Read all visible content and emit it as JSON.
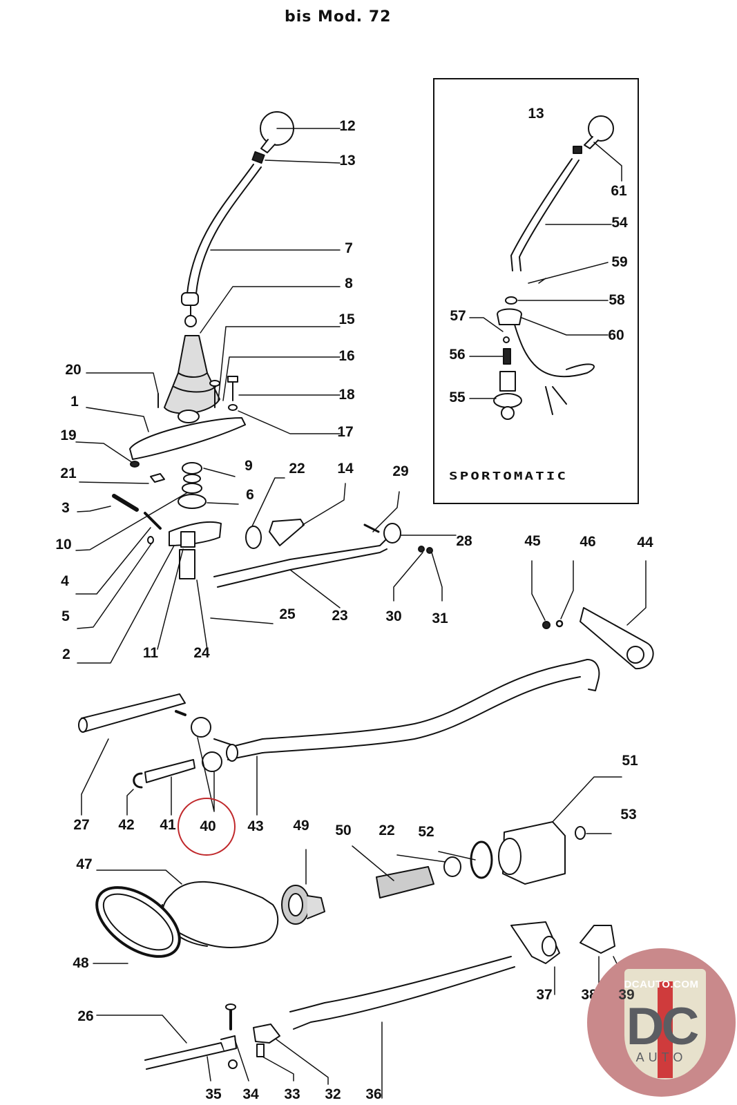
{
  "title": "bis Mod. 72",
  "inset": {
    "caption": "SPORTOMATIC",
    "labels": [
      "13",
      "61",
      "54",
      "59",
      "58",
      "57",
      "60",
      "56",
      "55"
    ]
  },
  "highlighted_part": "40",
  "labels": {
    "l12": "12",
    "l13": "13",
    "l7": "7",
    "l8": "8",
    "l15": "15",
    "l16": "16",
    "l18": "18",
    "l17": "17",
    "l20": "20",
    "l1": "1",
    "l19": "19",
    "l21": "21",
    "l9": "9",
    "l3": "3",
    "l6": "6",
    "l10": "10",
    "l4": "4",
    "l5": "5",
    "l2": "2",
    "l11": "11",
    "l24": "24",
    "l25": "25",
    "l22a": "22",
    "l14": "14",
    "l29": "29",
    "l28": "28",
    "l23": "23",
    "l30": "30",
    "l31": "31",
    "l45": "45",
    "l46": "46",
    "l44": "44",
    "l27": "27",
    "l42": "42",
    "l41": "41",
    "l40": "40",
    "l43": "43",
    "l49": "49",
    "l50": "50",
    "l22b": "22",
    "l52": "52",
    "l51": "51",
    "l53": "53",
    "l47": "47",
    "l48": "48",
    "l26": "26",
    "l35": "35",
    "l34": "34",
    "l33": "33",
    "l32": "32",
    "l36": "36",
    "l37": "37",
    "l38": "38",
    "l39": "39",
    "i13": "13",
    "i61": "61",
    "i54": "54",
    "i59": "59",
    "i58": "58",
    "i57": "57",
    "i60": "60",
    "i56": "56",
    "i55": "55"
  },
  "watermark": {
    "url": "DCAUTO.COM",
    "mark": "DC",
    "word": "AUTO"
  },
  "colors": {
    "line": "#111111",
    "highlight": "#c0282b",
    "logo_bg": "#c9898b",
    "logo_shield": "#e7e1cc",
    "logo_stripe": "#cf3b3c",
    "logo_text": "#5b5d62"
  }
}
